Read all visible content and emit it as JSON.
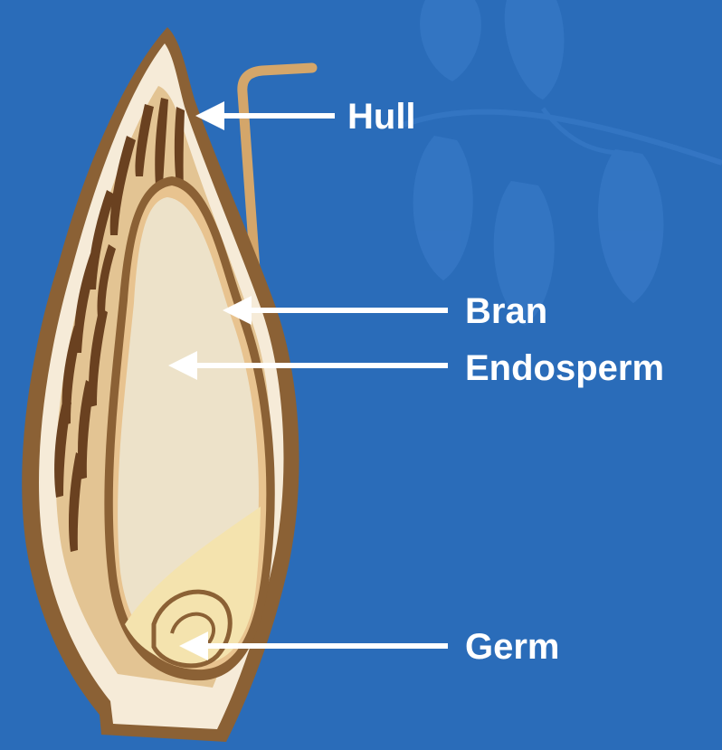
{
  "colors": {
    "background": "#2a6cb9",
    "leaf_watermark": "#3577c4",
    "hull_outline": "#8b6135",
    "hull_inner": "#f6ebd8",
    "awn": "#d4a66a",
    "hair": "#6a4120",
    "bran": "#e8c38f",
    "endosperm": "#ede2c9",
    "germ": "#f4e3ae",
    "arrow": "#ffffff",
    "label": "#ffffff"
  },
  "labels": {
    "hull": "Hull",
    "bran": "Bran",
    "endosperm": "Endosperm",
    "germ": "Germ"
  }
}
